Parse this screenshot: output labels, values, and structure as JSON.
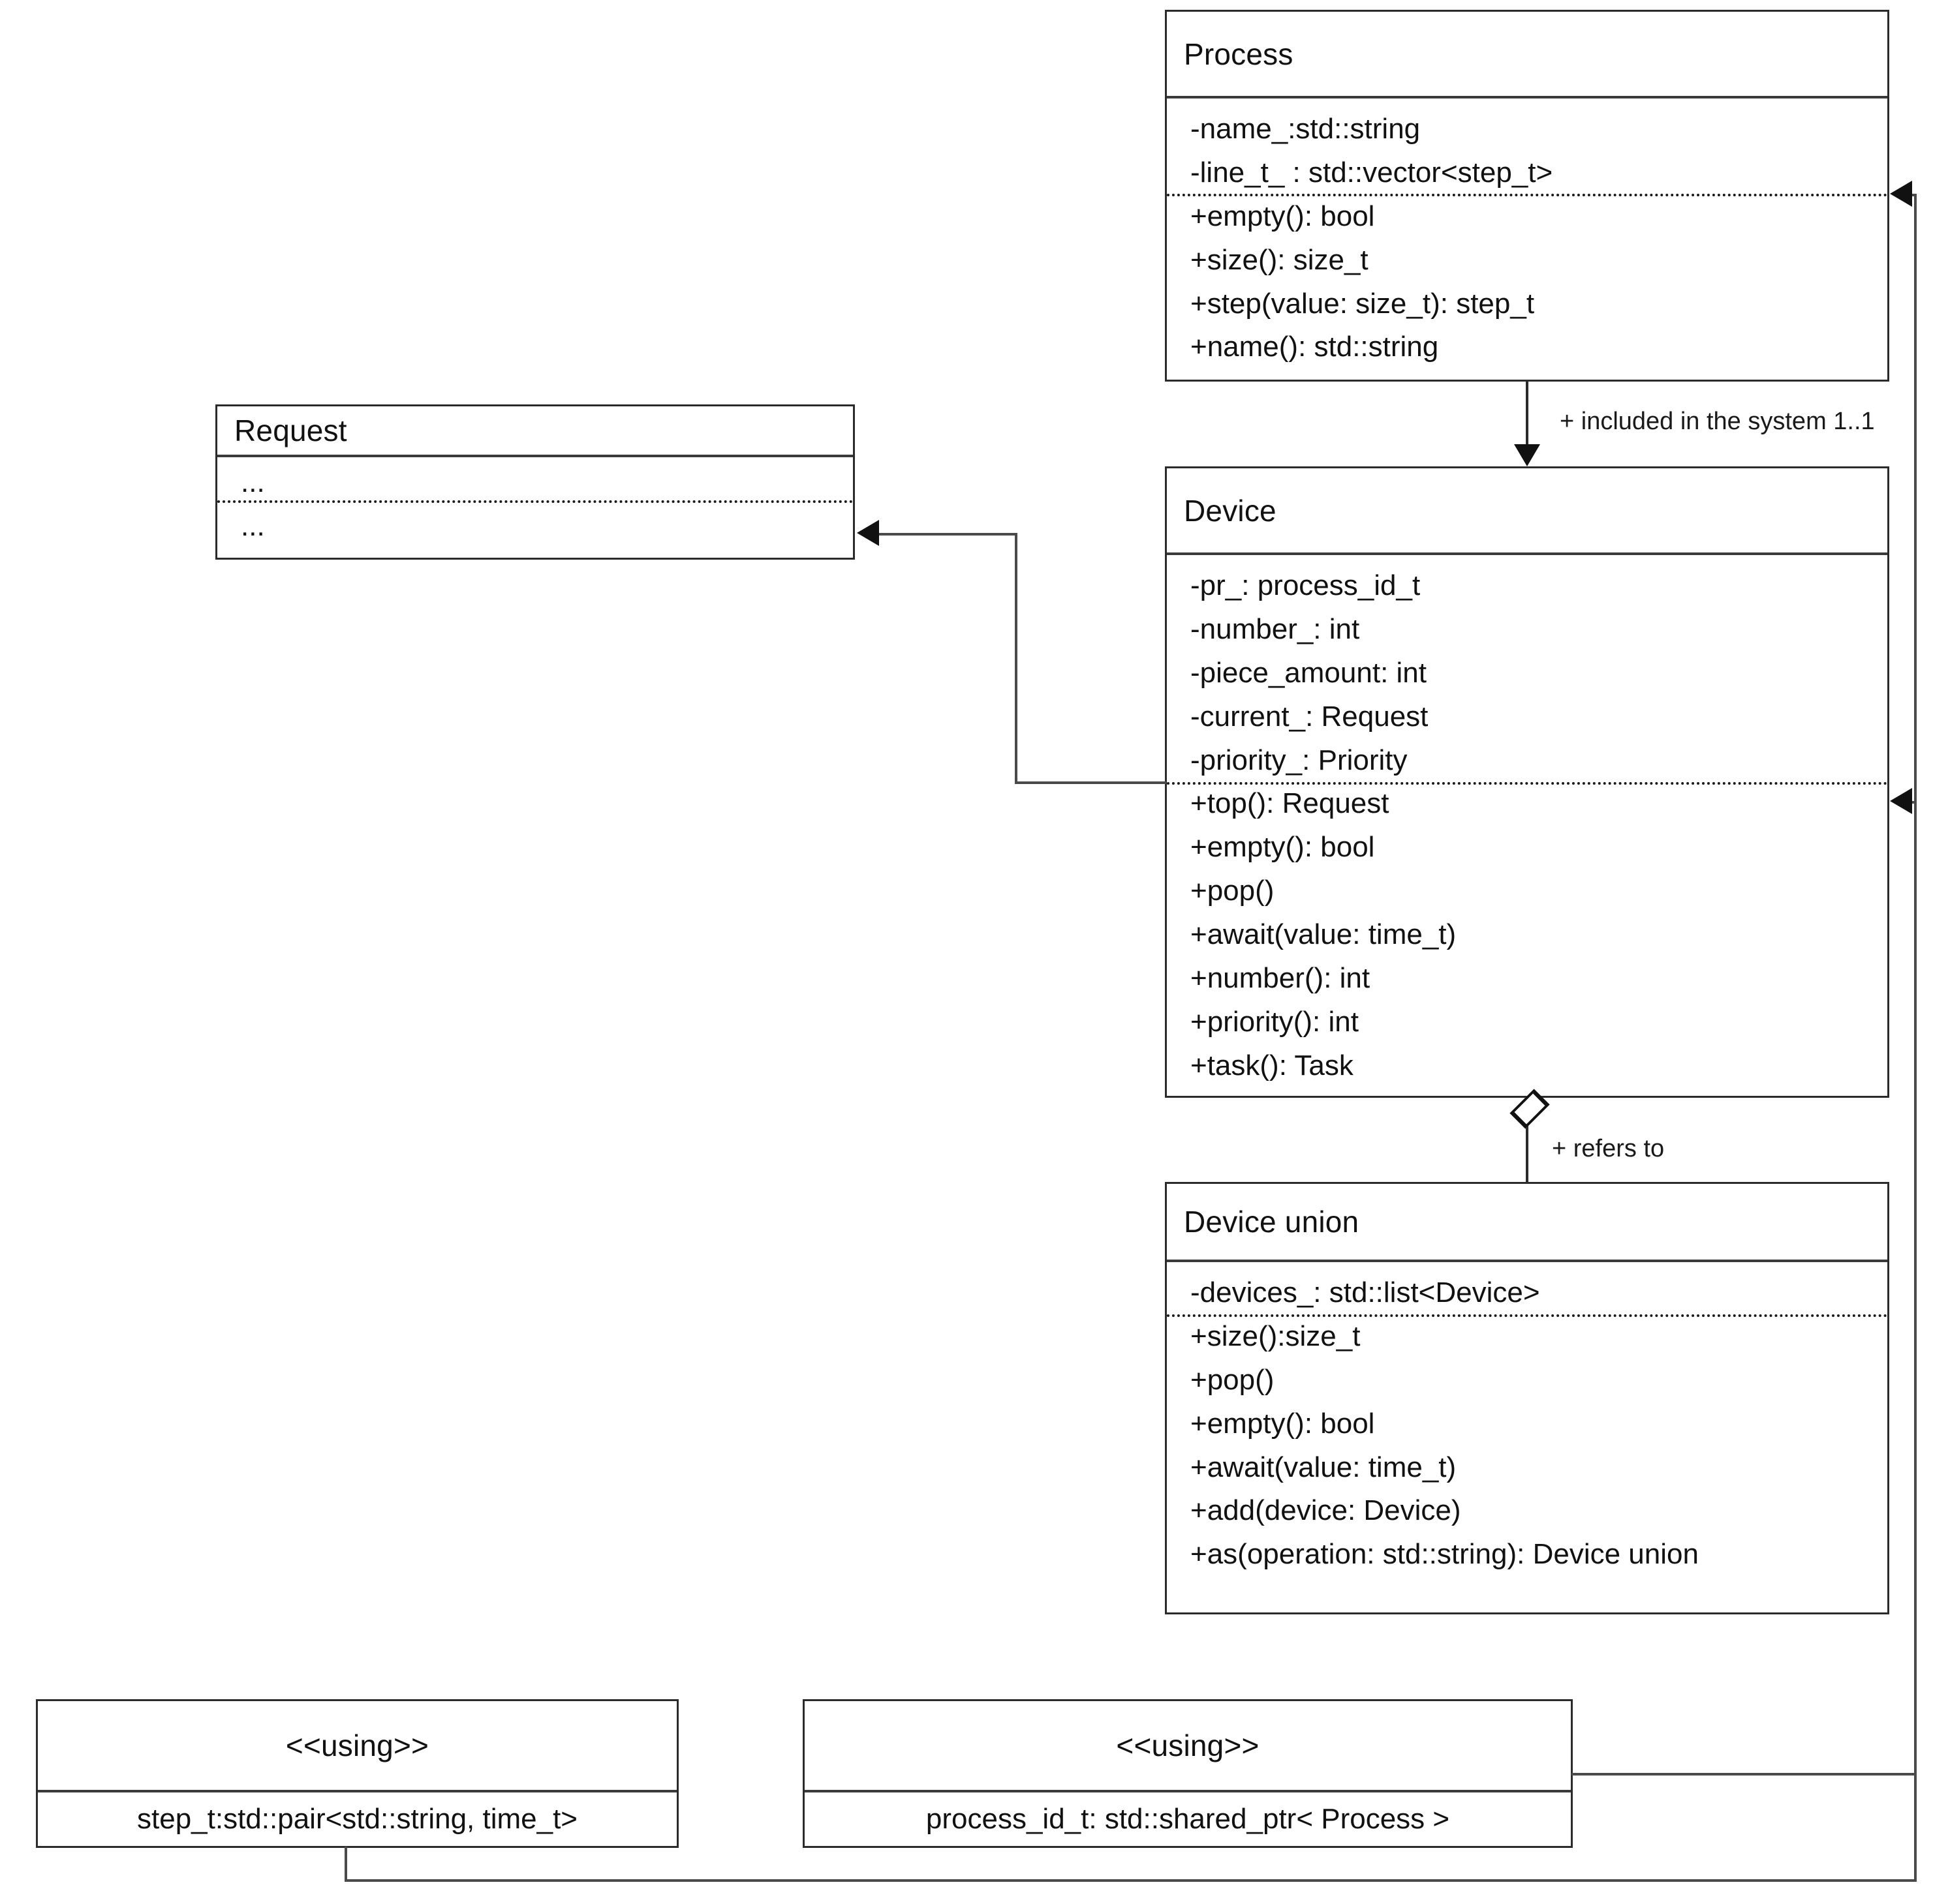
{
  "diagram": {
    "type": "uml-class-diagram",
    "title": "Process / Device UML class diagram"
  },
  "classes": {
    "process": {
      "name": "Process",
      "attributes": [
        "-name_:std::string",
        "-line_t_ : std::vector<step_t>"
      ],
      "operations": [
        "+empty(): bool",
        "+size(): size_t",
        "+step(value: size_t): step_t",
        "+name():  std::string"
      ]
    },
    "device": {
      "name": "Device",
      "attributes": [
        "-pr_: process_id_t",
        "-number_: int",
        "-piece_amount: int",
        "-current_: Request",
        "-priority_: Priority"
      ],
      "operations": [
        "+top(): Request",
        "+empty(): bool",
        "+pop()",
        "+await(value: time_t)",
        "+number(): int",
        "+priority(): int",
        "+task(): Task"
      ]
    },
    "device_union": {
      "name": "Device union",
      "attributes": [
        "-devices_: std::list<Device>"
      ],
      "operations": [
        "+size():size_t",
        "+pop()",
        "+empty(): bool",
        "+await(value: time_t)",
        "+add(device: Device)",
        "+as(operation:  std::string): Device union"
      ]
    },
    "request": {
      "name": "Request",
      "attributes": [
        "..."
      ],
      "operations": [
        "..."
      ]
    },
    "using_step_t": {
      "stereotype": "<<using>>",
      "declaration": "step_t:std::pair<std::string, time_t>"
    },
    "using_process_id_t": {
      "stereotype": "<<using>>",
      "declaration": "process_id_t: std::shared_ptr< Process >"
    }
  },
  "relationships": [
    {
      "id": "process-device",
      "from": "Process",
      "to": "Device",
      "kind": "directed-association",
      "label": "+ included in the system 1..1"
    },
    {
      "id": "device-device-union",
      "from": "Device",
      "to": "Device union",
      "kind": "aggregation",
      "label": "+ refers to"
    },
    {
      "id": "device-request",
      "from": "Device",
      "to": "Request",
      "kind": "dependency",
      "label": ""
    },
    {
      "id": "using-process-id-t-process",
      "from": "process_id_t: std::shared_ptr< Process >",
      "to": "Process",
      "kind": "usage",
      "label": ""
    },
    {
      "id": "using-step-t-device",
      "from": "step_t:std::pair<std::string, time_t>",
      "to": "Device",
      "kind": "usage",
      "label": ""
    }
  ],
  "colors": {
    "border": "#2b2b2b",
    "line": "#4a4a4a",
    "text": "#111111",
    "background": "#ffffff"
  }
}
